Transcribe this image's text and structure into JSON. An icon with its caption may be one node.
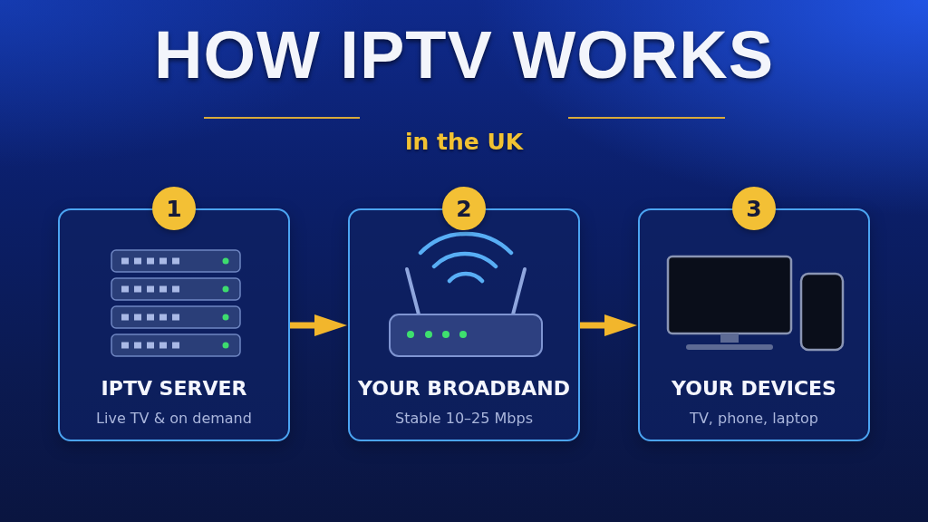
{
  "diagram": {
    "title": "HOW IPTV WORKS",
    "nodes": [
      {
        "text": [
          "1"
        ]
      },
      {
        "text": [
          "IPTV SERVER",
          "Live TV & on demand"
        ]
      },
      {
        "text": [
          "2"
        ]
      },
      {
        "text": [
          "YOUR BROADBAND",
          "Stable 10–25 Mbps"
        ]
      },
      {
        "text": [
          "3"
        ]
      },
      {
        "text": [
          "YOUR DEVICES",
          "TV, phone, laptop"
        ]
      }
    ],
    "edges": [
      {
        "from": 1,
        "to": 3,
        "arrow": "to"
      },
      {
        "from": 3,
        "to": 5,
        "arrow": "to"
      }
    ],
    "labels": [
      "in the UK"
    ]
  }
}
